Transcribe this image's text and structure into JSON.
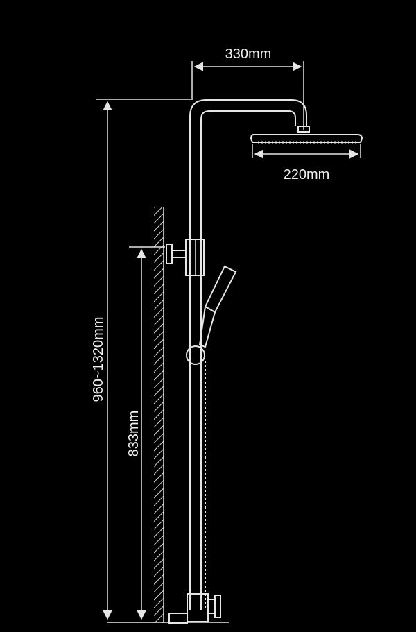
{
  "dimensions": {
    "arm_length": "330mm",
    "head_width": "220mm",
    "total_height": "960~1320mm",
    "slider_height": "833mm"
  },
  "colors": {
    "background": "#000000",
    "line": "#e6e6e6",
    "text": "#f2f2f2"
  }
}
